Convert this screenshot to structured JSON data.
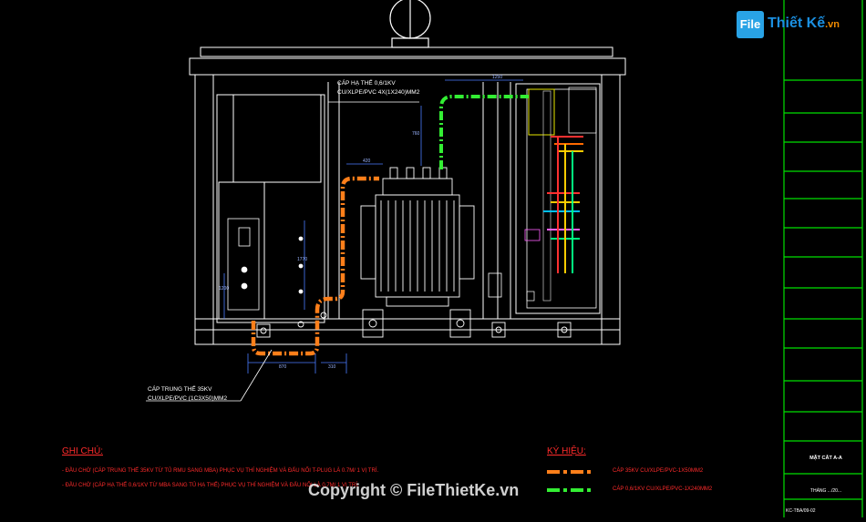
{
  "watermark": {
    "logo_file": "File",
    "logo_site": "Thiết Kế",
    "logo_domain": ".vn",
    "copyright": "Copyright © FileThietKe.vn"
  },
  "callouts": {
    "lv_cable_line1": "CÁP HẠ THẾ 0,6/1KV",
    "lv_cable_line2": "CU/XLPE/PVC 4X(1X240)MM2",
    "mv_cable_line1": "CÁP TRUNG THẾ 35KV",
    "mv_cable_line2": "CU/XLPE/PVC (1C3X50)MM2"
  },
  "dimensions": {
    "d1250": "1250",
    "d420": "420",
    "d760": "760",
    "d1770": "1770",
    "d1200": "1200",
    "d870": "870",
    "d310": "310"
  },
  "notes": {
    "title": "GHI CHÚ:",
    "line1": "- ĐẦU CHỜ (CÁP TRUNG THẾ 35KV TỪ TỦ RMU SANG MBA) PHỤC VỤ THÍ NGHIỆM VÀ ĐẤU NỐI T-PLUG LÀ 0.7M/ 1 VỊ TRÍ.",
    "line2": "- ĐẦU CHỜ (CÁP HẠ THẾ 0,6/1KV TỪ MBA SANG TỦ HẠ THẾ) PHỤC VỤ THÍ NGHIỆM VÀ ĐẤU NỐI LÀ 0,7M/ 1 VỊ TRÍ."
  },
  "legend": {
    "title": "KÝ HIỆU:",
    "mv_label": "CÁP 35KV CU/XLPE/PVC-1X50MM2",
    "lv_label": "CÁP 0,6/1KV CU/XLPE/PVC-1X240MM2",
    "mv_color": "#ff7f1a",
    "lv_color": "#33ee33"
  },
  "title_block": {
    "drawing_title": "MẶT CẮT A-A",
    "date": "THÁNG .../20...",
    "code": "KC-TBA/09-02"
  },
  "colors": {
    "frame": "#ffffff",
    "title_block_lines": "#00e000",
    "mv_cable": "#ff7f1a",
    "lv_cable": "#33ee33",
    "dim_lines": "#4a7cff",
    "annotation_red": "#ff2b2b"
  }
}
